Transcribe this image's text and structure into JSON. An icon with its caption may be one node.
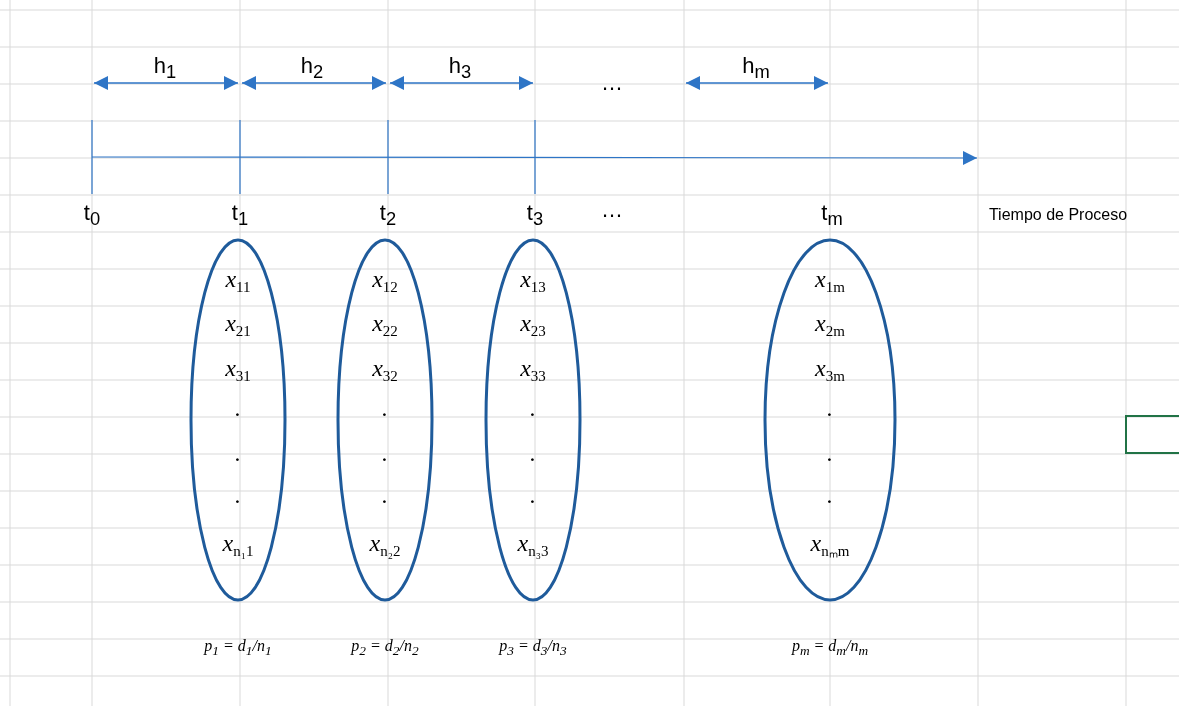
{
  "diagram": {
    "nodes": [
      {
        "text": [
          "x$_{11}$",
          "x$_{21}$",
          "x$_{31}$",
          ".",
          ".",
          ".",
          "x$_{n₁1}$"
        ],
        "beside": [
          "p$_{1}$ = d$_{1}$/n$_{1}$"
        ]
      },
      {
        "text": [
          "x$_{12}$",
          "x$_{22}$",
          "x$_{32}$",
          ".",
          ".",
          ".",
          "x$_{n₂2}$"
        ],
        "beside": [
          "p$_{2}$ = d$_{2}$/n$_{2}$"
        ]
      },
      {
        "text": [
          "x$_{13}$",
          "x$_{23}$",
          "x$_{33}$",
          ".",
          ".",
          ".",
          "x$_{n₃3}$"
        ],
        "beside": [
          "p$_{3}$ = d$_{3}$/n$_{3}$"
        ]
      },
      {
        "text": [
          "x$_{1m}$",
          "x$_{2m}$",
          "x$_{3m}$",
          ".",
          ".",
          ".",
          "x$_{nₘm}$"
        ],
        "beside": [
          "p$_{m}$ = d$_{m}$/n$_{m}$"
        ]
      }
    ],
    "labels": [
      "h$_{1}$",
      "h$_{2}$",
      "h$_{3}$",
      "…",
      "h$_{m}$",
      "t$_{0}$",
      "t$_{1}$",
      "t$_{2}$",
      "t$_{3}$",
      "…",
      "t$_{m}$",
      "Tiempo de Proceso"
    ]
  }
}
